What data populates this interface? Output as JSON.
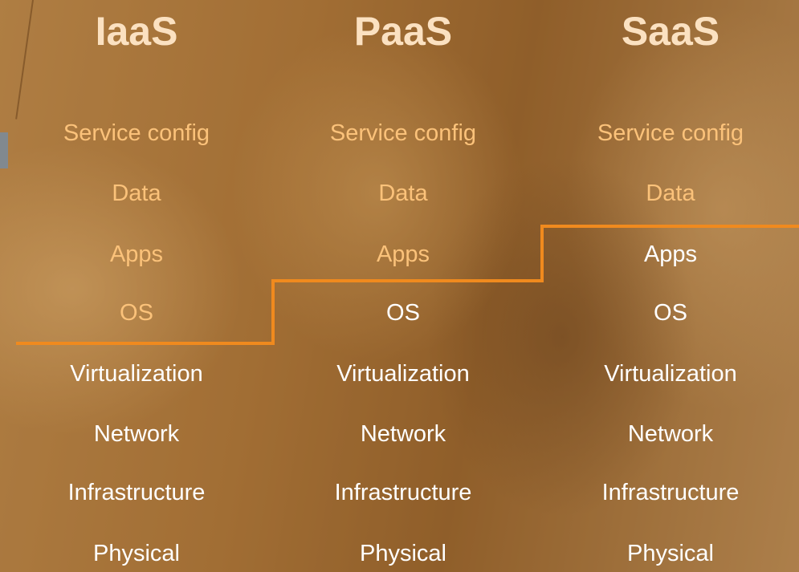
{
  "colors": {
    "divider": "#f08a1e",
    "header_text": "#fbe1c1",
    "customer_managed_text": "#fbc27a",
    "provider_managed_text": "#ffffff"
  },
  "columns": [
    {
      "header": "IaaS",
      "layers": [
        {
          "label": "Service config",
          "managed_by": "customer"
        },
        {
          "label": "Data",
          "managed_by": "customer"
        },
        {
          "label": "Apps",
          "managed_by": "customer"
        },
        {
          "label": "OS",
          "managed_by": "customer"
        },
        {
          "label": "Virtualization",
          "managed_by": "provider"
        },
        {
          "label": "Network",
          "managed_by": "provider"
        },
        {
          "label": "Infrastructure",
          "managed_by": "provider"
        },
        {
          "label": "Physical",
          "managed_by": "provider"
        }
      ]
    },
    {
      "header": "PaaS",
      "layers": [
        {
          "label": "Service config",
          "managed_by": "customer"
        },
        {
          "label": "Data",
          "managed_by": "customer"
        },
        {
          "label": "Apps",
          "managed_by": "customer"
        },
        {
          "label": "OS",
          "managed_by": "provider"
        },
        {
          "label": "Virtualization",
          "managed_by": "provider"
        },
        {
          "label": "Network",
          "managed_by": "provider"
        },
        {
          "label": "Infrastructure",
          "managed_by": "provider"
        },
        {
          "label": "Physical",
          "managed_by": "provider"
        }
      ]
    },
    {
      "header": "SaaS",
      "layers": [
        {
          "label": "Service config",
          "managed_by": "customer"
        },
        {
          "label": "Data",
          "managed_by": "customer"
        },
        {
          "label": "Apps",
          "managed_by": "provider"
        },
        {
          "label": "OS",
          "managed_by": "provider"
        },
        {
          "label": "Virtualization",
          "managed_by": "provider"
        },
        {
          "label": "Network",
          "managed_by": "provider"
        },
        {
          "label": "Infrastructure",
          "managed_by": "provider"
        },
        {
          "label": "Physical",
          "managed_by": "provider"
        }
      ]
    }
  ]
}
